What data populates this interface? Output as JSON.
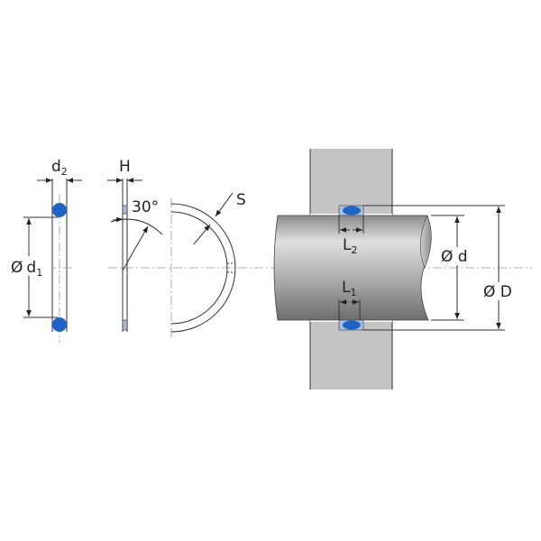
{
  "labels": {
    "d2": {
      "main": "d",
      "sub": "2"
    },
    "d1": {
      "prefix": "Ø",
      "main": "d",
      "sub": "1"
    },
    "H": "H",
    "angle": "30°",
    "S": "S",
    "L2": {
      "main": "L",
      "sub": "2"
    },
    "L1": {
      "main": "L",
      "sub": "1"
    },
    "d": "Ø d",
    "D": "Ø D"
  },
  "colors": {
    "seal": "#1e63c8",
    "backup_ring": "#a9b8d6",
    "housing": "#c4c4c4",
    "shaft_light": "#e2e2e2",
    "shaft_dark": "#7a7a7a"
  }
}
